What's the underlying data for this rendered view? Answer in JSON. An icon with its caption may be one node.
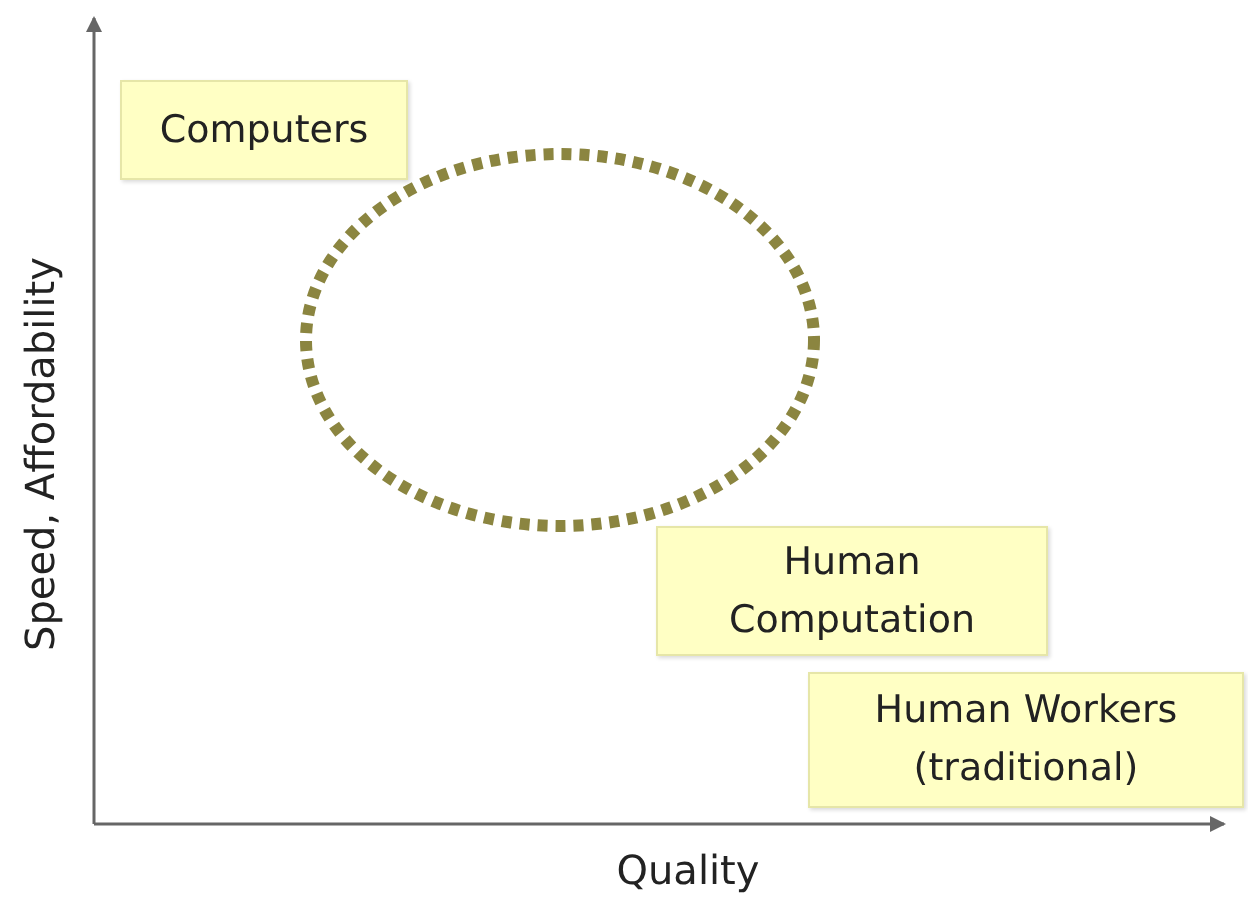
{
  "diagram": {
    "nodes": [
      {
        "text": [
          "Computers"
        ]
      },
      {
        "text": [
          "Human Computation"
        ]
      },
      {
        "text": [
          "Human Workers (traditional)"
        ]
      },
      {
        "text": [],
        "shape": "ellipse"
      }
    ],
    "labels": [
      "Speed, Affordability",
      "Quality"
    ]
  }
}
